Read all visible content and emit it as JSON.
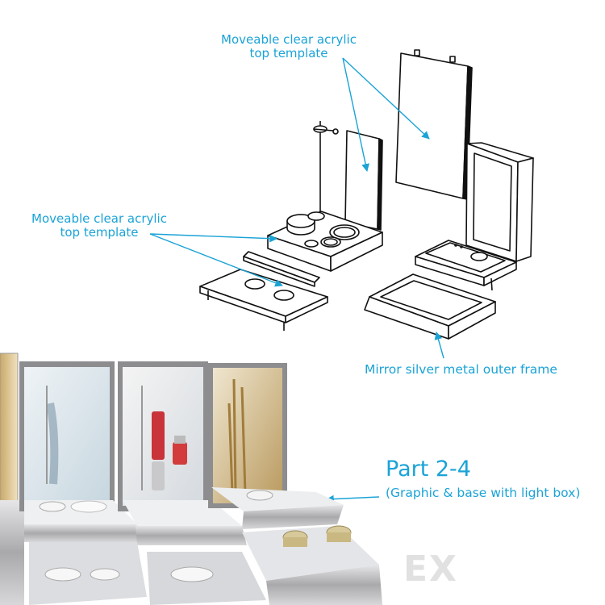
{
  "callouts": {
    "top_template_right": {
      "line1": "Moveable clear acrylic",
      "line2": "top template"
    },
    "top_template_left": {
      "line1": "Moveable clear acrylic",
      "line2": "top template"
    },
    "outer_frame": "Mirror silver metal outer frame"
  },
  "part": {
    "title": "Part 2-4",
    "subtitle": "(Graphic & base with light box)"
  },
  "watermark": "EX",
  "colors": {
    "callout": "#1aa3d6",
    "line_art": "#111111",
    "metal": "#b9b9bb",
    "graphic_panel": "#dfe8ee"
  }
}
